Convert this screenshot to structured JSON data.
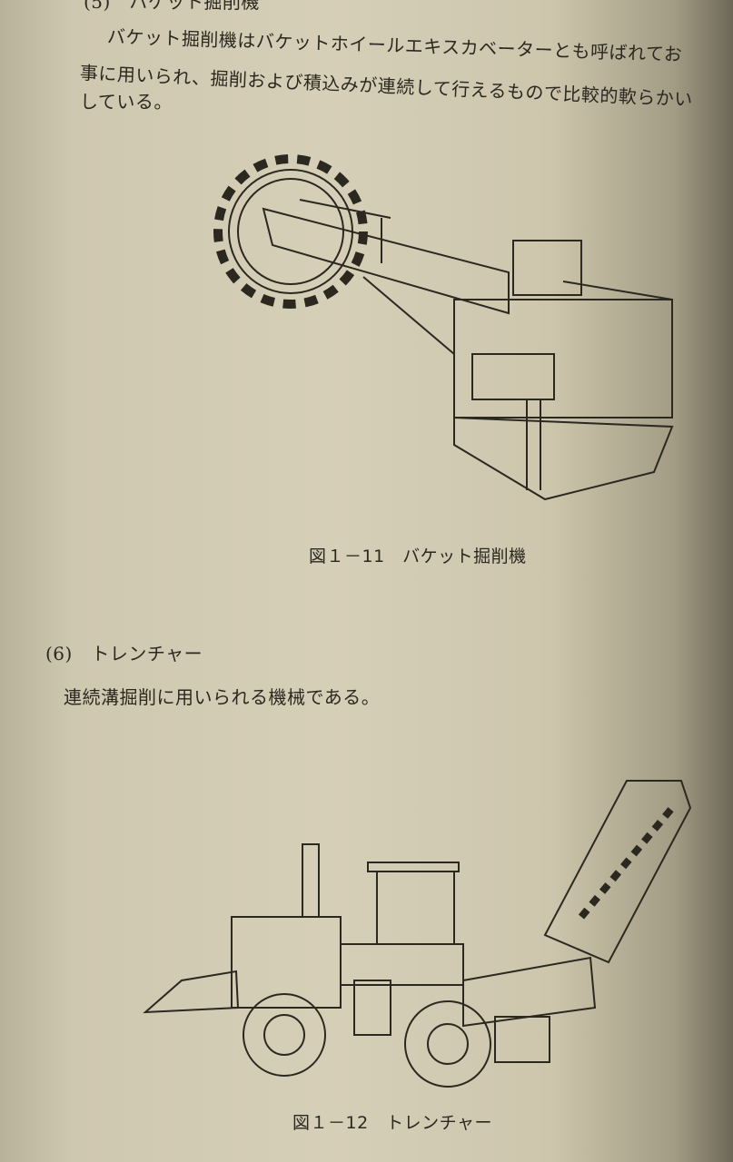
{
  "section5": {
    "heading": "(5)　バケット掘削機",
    "lines": [
      "バケット掘削機はバケットホイールエキスカベーターとも呼ばれてお",
      "事に用いられ、掘削および積込みが連続して行えるもので比較的軟らかい",
      "している。"
    ]
  },
  "figure11": {
    "caption": "図１－11　バケット掘削機"
  },
  "section6": {
    "heading": "(6)　トレンチャー",
    "text": "連続溝掘削に用いられる機械である。"
  },
  "figure12": {
    "caption": "図１－12　トレンチャー"
  }
}
